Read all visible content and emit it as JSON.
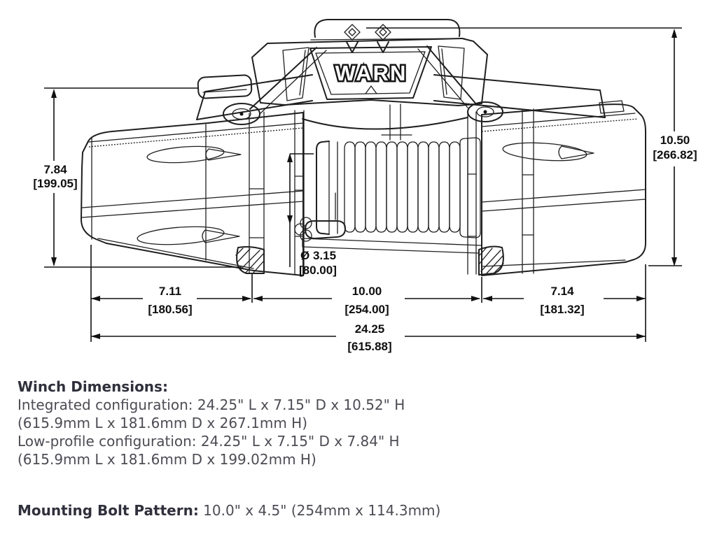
{
  "diagram": {
    "brand": "WARN",
    "dims": {
      "height_low": {
        "inches": "7.84",
        "mm": "[199.05]"
      },
      "height_overall": {
        "inches": "10.50",
        "mm": "[266.82]"
      },
      "drum_diameter": {
        "inches": "Ø 3.15",
        "mm": "[80.00]"
      },
      "bolt_left": {
        "inches": "7.11",
        "mm": "[180.56]"
      },
      "bolt_center": {
        "inches": "10.00",
        "mm": "[254.00]"
      },
      "bolt_right": {
        "inches": "7.14",
        "mm": "[181.32]"
      },
      "overall_length": {
        "inches": "24.25",
        "mm": "[615.88]"
      }
    }
  },
  "specs": {
    "heading": "Winch Dimensions:",
    "lines": [
      "Integrated configuration: 24.25\" L x 7.15\" D x 10.52\" H",
      "(615.9mm L x 181.6mm D x 267.1mm H)",
      "Low-profile configuration: 24.25\" L x 7.15\" D x 7.84\" H",
      "(615.9mm L x 181.6mm D x 199.02mm H)"
    ],
    "mounting_heading": "Mounting Bolt Pattern:",
    "mounting_value": " 10.0\" x 4.5\" (254mm x 114.3mm)"
  }
}
